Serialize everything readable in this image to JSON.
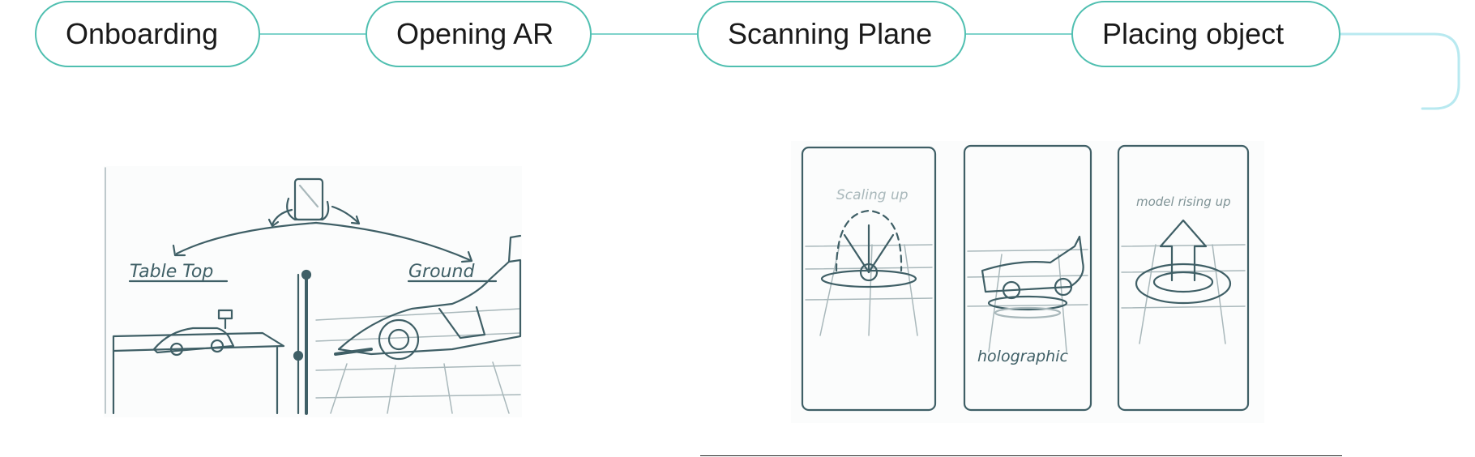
{
  "flow": {
    "steps": [
      {
        "label": "Onboarding"
      },
      {
        "label": "Opening AR"
      },
      {
        "label": "Scanning Plane"
      },
      {
        "label": "Placing object"
      }
    ]
  },
  "colors": {
    "connector": "#7fd3cb",
    "pill_border": "#4fbfb0",
    "sketch_ink": "#3f5f66",
    "sketch_faint": "#a9b8bb"
  },
  "sketch_left": {
    "labels": {
      "left": "Table Top",
      "right": "Ground"
    }
  },
  "sketch_right": {
    "annotations": {
      "panel1": "Scaling up",
      "panel2": "holographic",
      "panel3": "model rising up"
    }
  }
}
